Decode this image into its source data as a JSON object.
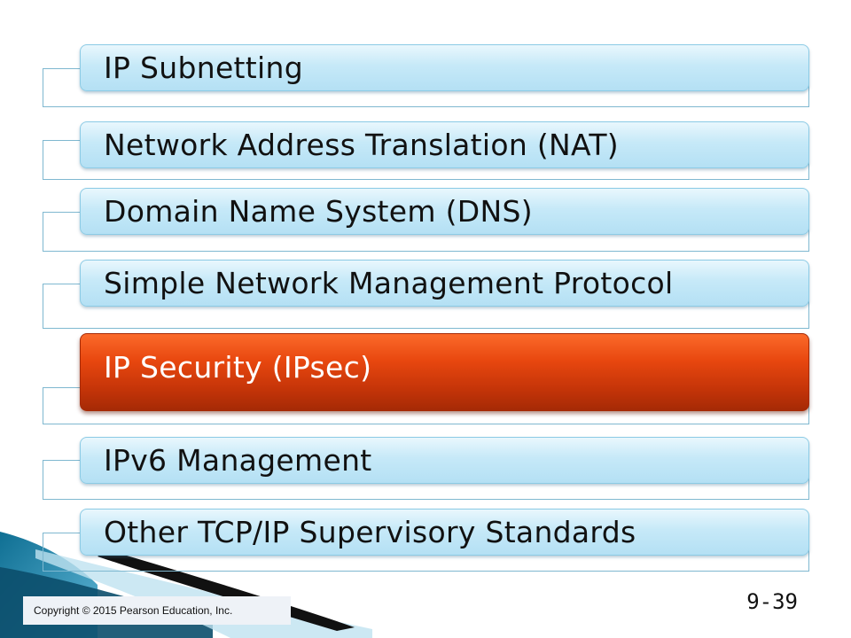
{
  "slide": {
    "items": [
      {
        "label": "IP Subnetting",
        "highlighted": false
      },
      {
        "label": "Network Address Translation (NAT)",
        "highlighted": false
      },
      {
        "label": "Domain Name System (DNS)",
        "highlighted": false
      },
      {
        "label": "Simple Network Management Protocol",
        "highlighted": false
      },
      {
        "label": "IP Security (IPsec)",
        "highlighted": true
      },
      {
        "label": "IPv6 Management",
        "highlighted": false
      },
      {
        "label": "Other TCP/IP Supervisory Standards",
        "highlighted": false
      }
    ],
    "colors": {
      "item_fill": "#c6e9f8",
      "highlight_fill": "#e8470f",
      "frame_line": "#7fb8d0"
    }
  },
  "footer": {
    "copyright": "Copyright © 2015 Pearson Education, Inc.",
    "page_number": "9-39"
  }
}
